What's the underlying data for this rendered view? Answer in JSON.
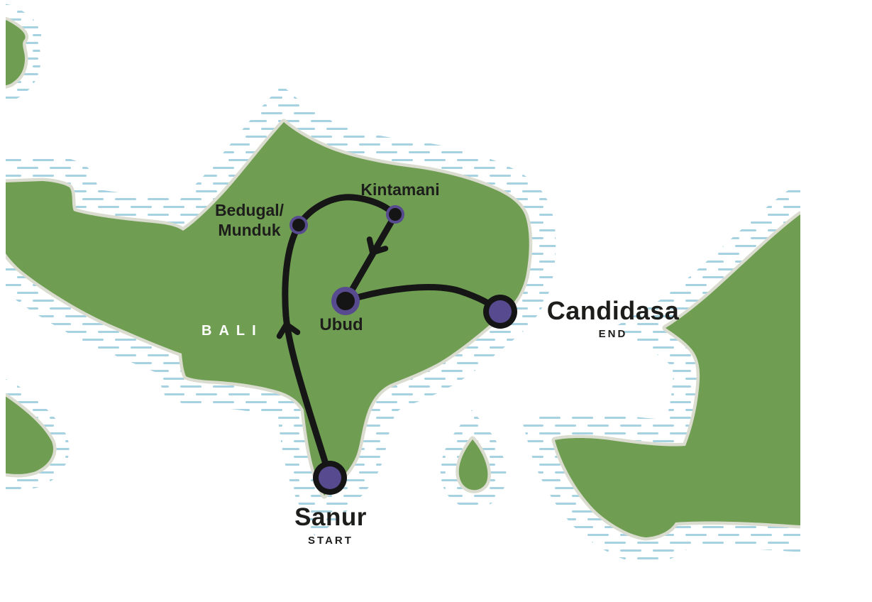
{
  "map": {
    "title_context": "Bali tour route map",
    "region_label": "BALI",
    "stops": [
      {
        "id": "sanur",
        "label": "Sanur",
        "sublabel": "START",
        "role": "start",
        "marker": "large-purple-dot-black-ring"
      },
      {
        "id": "bedugal",
        "label_line1": "Bedugal/",
        "label_line2": "Munduk",
        "role": "waypoint",
        "marker": "small-black-dot-purple-ring"
      },
      {
        "id": "kintamani",
        "label": "Kintamani",
        "role": "waypoint",
        "marker": "small-black-dot-purple-ring"
      },
      {
        "id": "ubud",
        "label": "Ubud",
        "role": "waypoint",
        "marker": "medium-black-dot-purple-ring"
      },
      {
        "id": "candidasa",
        "label": "Candidasa",
        "sublabel": "END",
        "role": "end",
        "marker": "large-purple-dot-black-ring"
      }
    ],
    "route_order": [
      "Sanur",
      "Bedugal/Munduk",
      "Kintamani",
      "Ubud",
      "Candidasa"
    ]
  },
  "colors": {
    "land_green": "#6f9e52",
    "coastline_beige": "#dadcd0",
    "water_hatch_blue": "#a6d2e2",
    "route_black": "#161616",
    "marker_purple": "#574a8f",
    "marker_black": "#151515",
    "label_text": "#1d1d1b",
    "region_label_text": "#ffffff",
    "background": "#ffffff"
  }
}
